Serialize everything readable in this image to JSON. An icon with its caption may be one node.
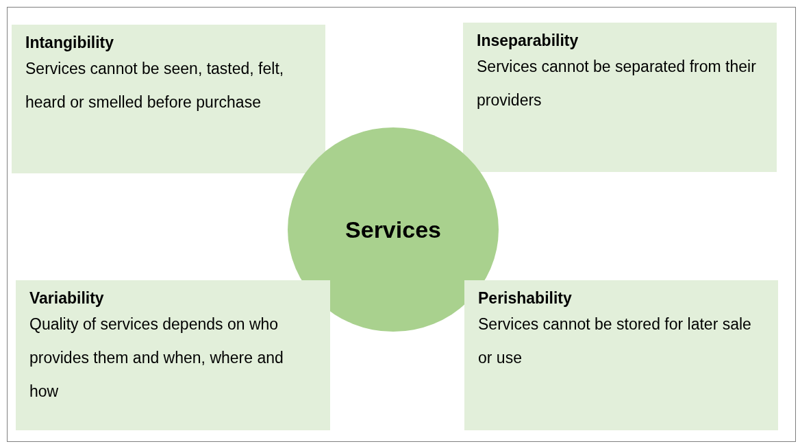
{
  "diagram": {
    "nodes": [
      {
        "text": [
          "Intangibility",
          "Services cannot be seen, tasted, felt, heard or smelled before purchase"
        ]
      },
      {
        "text": [
          "Inseparability",
          "Services cannot be separated from their providers"
        ]
      },
      {
        "text": [
          "Services"
        ]
      },
      {
        "text": [
          "Variability",
          "Quality of services depends on who provides them and when, where and how"
        ]
      },
      {
        "text": [
          "Perishability",
          "Services cannot be stored for later sale or use"
        ]
      }
    ]
  }
}
